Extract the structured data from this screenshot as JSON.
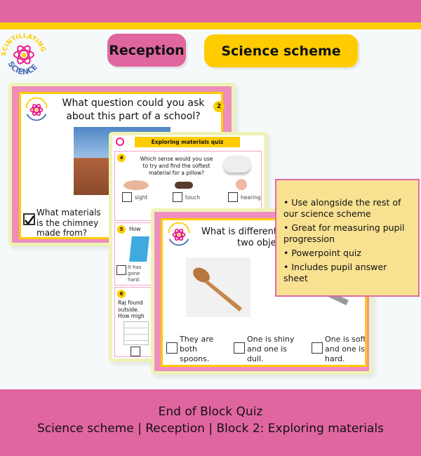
{
  "header": {
    "level_label": "Reception",
    "scheme_label": "Science scheme"
  },
  "logo": {
    "text_top": "SCINTILLATING",
    "text_bottom": "SCIENCE"
  },
  "slide1": {
    "number": "2",
    "question": "What question could you ask about this part of a school?",
    "answer": "What materials is the chimney made from?",
    "checked": true
  },
  "slide2": {
    "title": "Exploring materials quiz",
    "q4": {
      "number": "4",
      "question": "Which sense would you use to try and find the softest material for a pillow?",
      "options": [
        "sight",
        "touch",
        "hearing"
      ]
    },
    "q5": {
      "number": "5",
      "question": "How",
      "answer": "It has gone hard."
    },
    "q6": {
      "number": "6",
      "question": "Raj found outside. How migh"
    }
  },
  "slide3": {
    "question_line1": "What is different",
    "question_line2": "two obje",
    "answers": [
      "They are both spoons.",
      "One is shiny and one is dull.",
      "One is soft and one is hard."
    ]
  },
  "info": {
    "bullets": [
      "Use alongside the rest of our science scheme",
      "Great for measuring pupil progression",
      "Powerpoint quiz",
      "Includes pupil answer sheet"
    ]
  },
  "footer": {
    "line1": "End of Block Quiz",
    "line2": "Science scheme | Reception | Block 2: Exploring materials"
  },
  "colors": {
    "pink": "#e066a0",
    "yellow": "#ffcc00",
    "info_bg": "#f8e191"
  }
}
